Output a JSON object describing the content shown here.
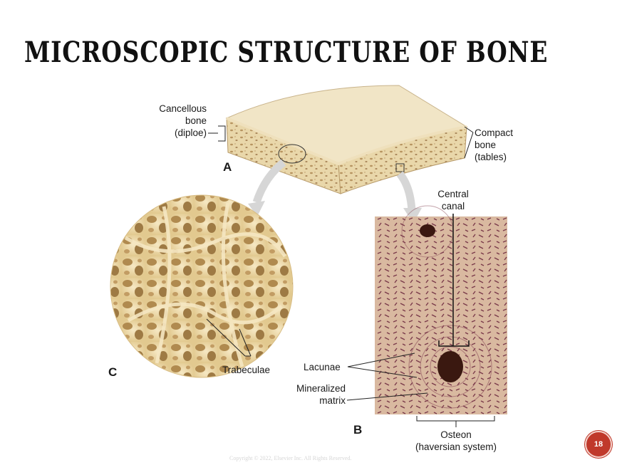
{
  "slide": {
    "title": "MICROSCOPIC STRUCTURE OF BONE",
    "page_number": "18"
  },
  "figure": {
    "panel_a": {
      "letter": "A",
      "cancellous_label": [
        "Cancellous",
        "bone",
        "(diploe)"
      ],
      "compact_label": [
        "Compact",
        "bone",
        "(tables)"
      ]
    },
    "panel_b": {
      "letter": "B",
      "central_canal_label": [
        "Central",
        "canal"
      ],
      "lacunae_label": "Lacunae",
      "matrix_label": [
        "Mineralized",
        "matrix"
      ],
      "osteon_label": [
        "Osteon",
        "(haversian system)"
      ]
    },
    "panel_c": {
      "letter": "C",
      "trabeculae_label": "Trabeculae"
    }
  },
  "copyright": "Copyright © 2022, Elsevier Inc. All Rights Reserved.",
  "colors": {
    "accent": "#c0392b",
    "bone": "#f0e3c3",
    "stain": "#7a3a4a"
  }
}
